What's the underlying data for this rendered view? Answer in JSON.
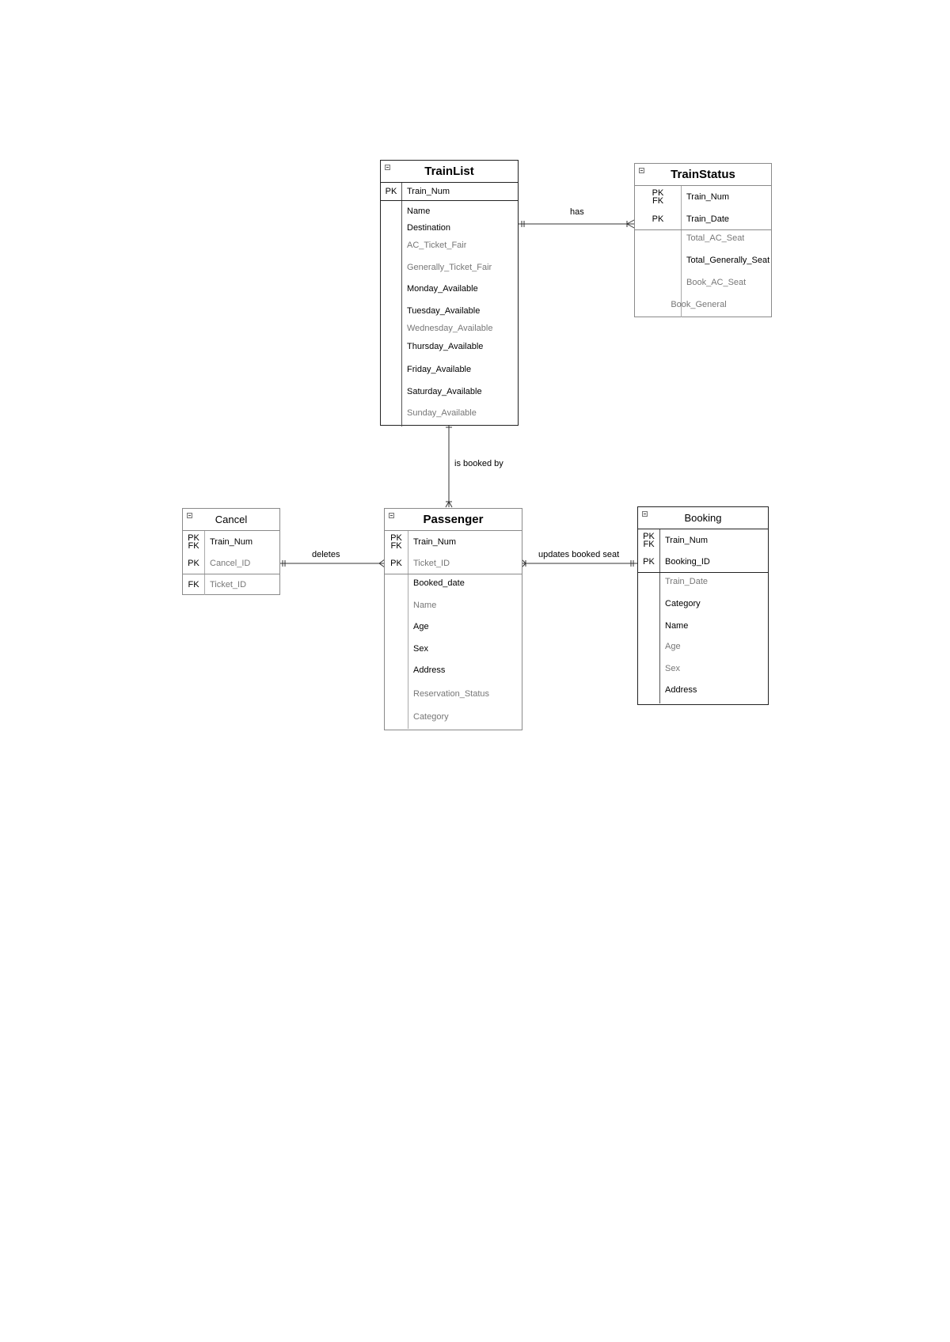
{
  "relationships": {
    "has": "has",
    "is_booked_by": "is booked by",
    "deletes": "deletes",
    "updates_booked_seat": "updates booked seat"
  },
  "entities": {
    "trainlist": {
      "title": "TrainList",
      "keys": [
        {
          "key": "PK",
          "field": "Train_Num"
        }
      ],
      "attributes": [
        "Name",
        "Destination",
        "AC_Ticket_Fair",
        "Generally_Ticket_Fair",
        "Monday_Available",
        "Tuesday_Available",
        "Wednesday_Available",
        "Thursday_Available",
        "Friday_Available",
        "Saturday_Available",
        "Sunday_Available"
      ]
    },
    "trainstatus": {
      "title": "TrainStatus",
      "keys": [
        {
          "key": "PK\nFK",
          "field": "Train_Num"
        },
        {
          "key": "PK",
          "field": "Train_Date"
        }
      ],
      "attributes": [
        "Total_AC_Seat",
        "Total_Generally_Seat",
        "Book_AC_Seat",
        "Book_Generally_Seat"
      ]
    },
    "cancel": {
      "title": "Cancel",
      "keys": [
        {
          "key": "PK\nFK",
          "field": "Train_Num"
        },
        {
          "key": "PK",
          "field": "Cancel_ID"
        }
      ],
      "attributes": [
        {
          "key": "FK",
          "field": "Ticket_ID"
        }
      ]
    },
    "passenger": {
      "title": "Passenger",
      "keys": [
        {
          "key": "PK\nFK",
          "field": "Train_Num"
        },
        {
          "key": "PK",
          "field": "Ticket_ID"
        }
      ],
      "attributes": [
        "Booked_date",
        "Name",
        "Age",
        "Sex",
        "Address",
        "Reservation_Status",
        "Category"
      ]
    },
    "booking": {
      "title": "Booking",
      "keys": [
        {
          "key": "PK\nFK",
          "field": "Train_Num"
        },
        {
          "key": "PK",
          "field": "Booking_ID"
        }
      ],
      "attributes": [
        "Train_Date",
        "Category",
        "Name",
        "Age",
        "Sex",
        "Address"
      ]
    }
  }
}
